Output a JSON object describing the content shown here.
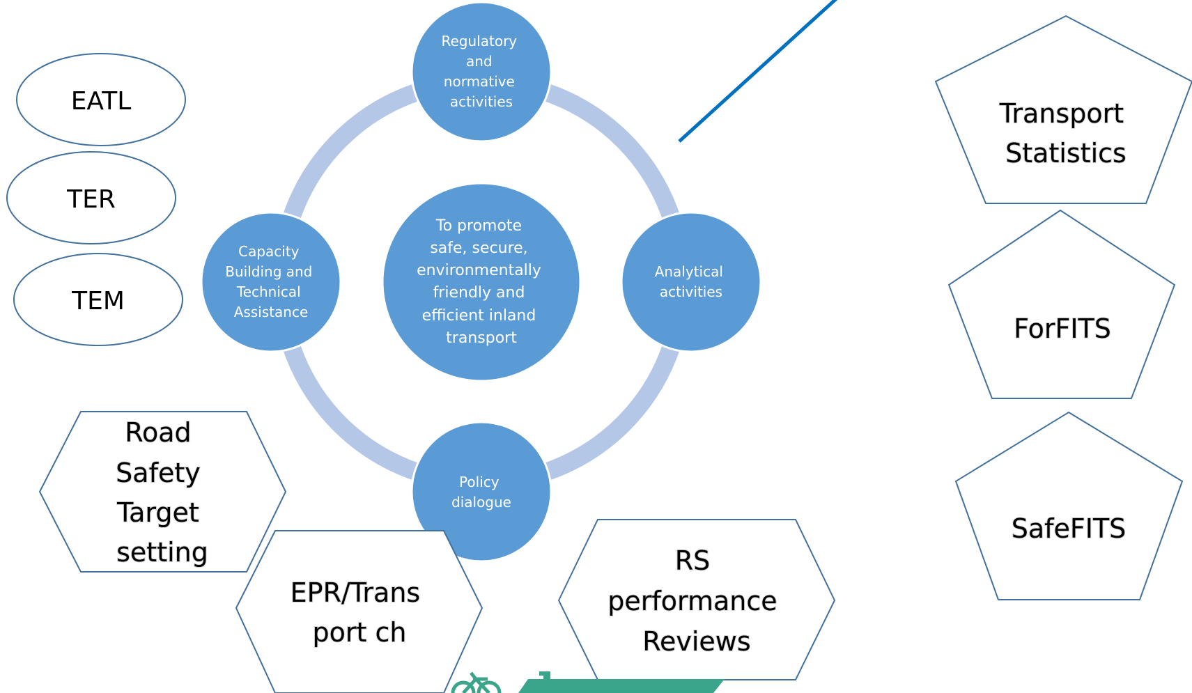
{
  "colors": {
    "ring": "#b4c7e7",
    "circle_fill": "#5b9bd5",
    "circle_stroke": "#ffffff",
    "shape_stroke": "#41719c",
    "connector_line": "#0070c0",
    "logo_green": "#3aa58a"
  },
  "center": {
    "lines": [
      "To promote",
      "safe, secure,",
      "environmentally",
      "friendly and",
      "efficient inland",
      "transport"
    ]
  },
  "cycle_nodes": {
    "top": {
      "lines": [
        "Regulatory",
        "and",
        "normative",
        "activities"
      ]
    },
    "right": {
      "lines": [
        "Analytical",
        "activities"
      ]
    },
    "bottom": {
      "lines": [
        "Policy",
        "dialogue"
      ]
    },
    "left": {
      "lines": [
        "Capacity",
        "Building and",
        "Technical",
        "Assistance"
      ]
    }
  },
  "ellipses": [
    {
      "label": "EATL"
    },
    {
      "label": "TER"
    },
    {
      "label": "TEM"
    }
  ],
  "pentagons": [
    {
      "lines": [
        "Transport",
        "Statistics"
      ]
    },
    {
      "lines": [
        "ForFITS"
      ]
    },
    {
      "lines": [
        "SafeFITS"
      ]
    }
  ],
  "hexagons": [
    {
      "lines": [
        "Road",
        "Safety",
        "Target",
        "setting"
      ]
    },
    {
      "lines": [
        "EPR/Trans",
        "port ch"
      ]
    },
    {
      "lines": [
        "RS",
        "performance",
        "Reviews"
      ]
    }
  ],
  "logo": {
    "icon": "bicycle-and-ship-logo"
  }
}
